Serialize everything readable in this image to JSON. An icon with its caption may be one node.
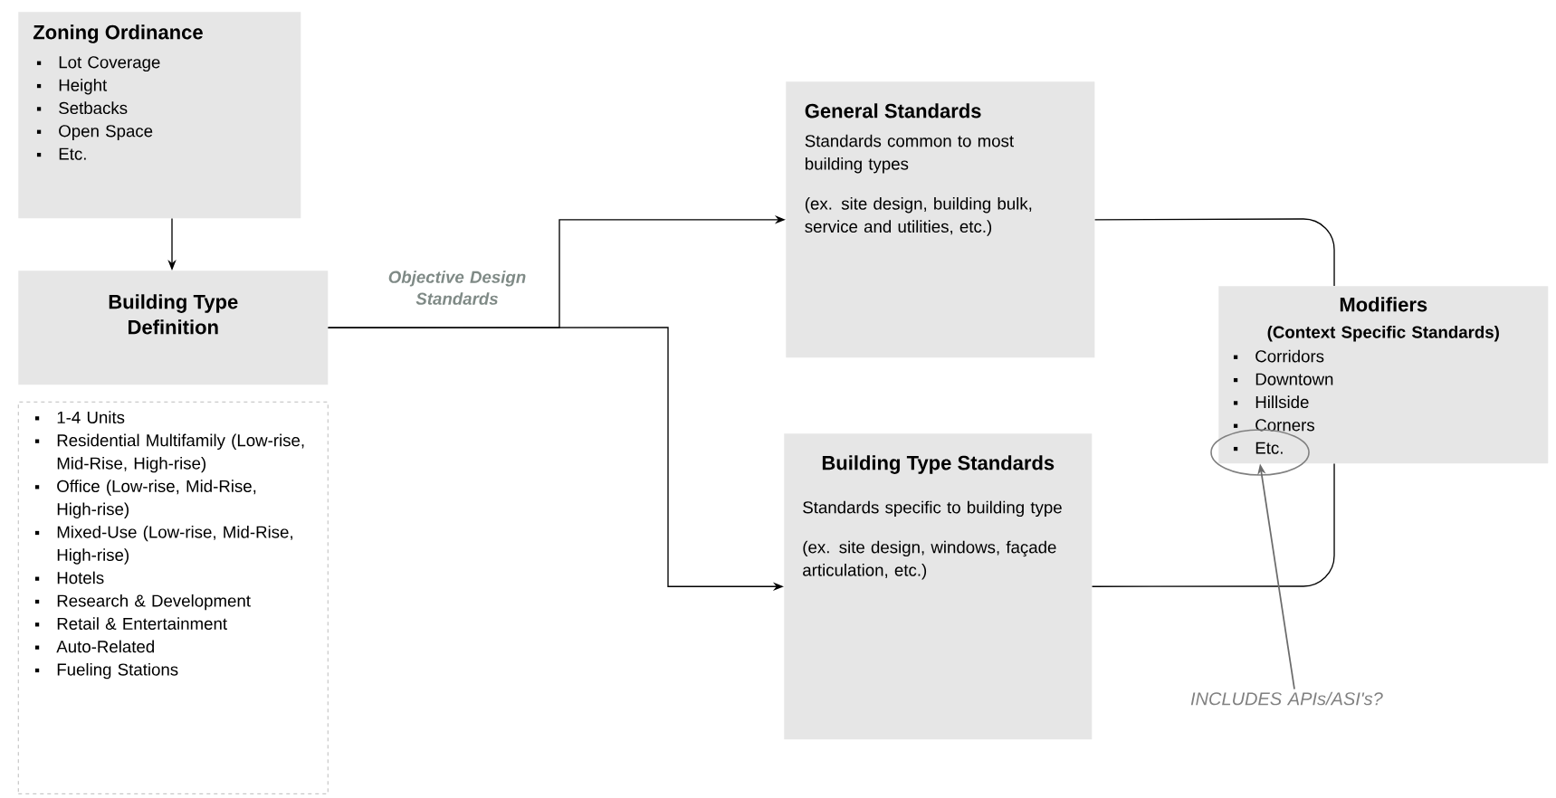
{
  "diagram": {
    "nodes": [
      {
        "text": [
          "Zoning Ordinance",
          "Lot Coverage",
          "Height",
          "Setbacks",
          "Open Space",
          "Etc."
        ]
      },
      {
        "text": [
          "Building Type Definition"
        ]
      },
      {
        "text": [
          "1-4 Units",
          "Residential Multifamily (Low-rise, Mid-Rise, High-rise)",
          "Office (Low-rise, Mid-Rise, High-rise)",
          "Mixed-Use (Low-rise, Mid-Rise, High-rise)",
          "Hotels",
          "Research & Development",
          "Retail & Entertainment",
          "Auto-Related",
          "Fueling Stations"
        ]
      },
      {
        "text": [
          "General Standards",
          "Standards common to most building types",
          "(ex. site design, building bulk, service and utilities, etc.)"
        ]
      },
      {
        "text": [
          "Building Type Standards",
          "Standards specific to building type",
          "(ex. site design, windows, façade articulation, etc.)"
        ]
      },
      {
        "text": [
          "Modifiers",
          "(Context Specific Standards)",
          "Corridors",
          "Downtown",
          "Hillside",
          "Corners",
          "Etc."
        ]
      },
      {
        "text": [
          "INCLUDES APIs/ASI's?"
        ]
      }
    ],
    "edges": [
      {
        "from": 0,
        "to": 1,
        "arrow": "to"
      },
      {
        "from": 1,
        "to": 3,
        "arrow": "to",
        "label": "Objective Design Standards"
      },
      {
        "from": 1,
        "to": 4,
        "arrow": "to"
      },
      {
        "from": 3,
        "to": 5,
        "arrow": "none"
      },
      {
        "from": 4,
        "to": 5,
        "arrow": "none"
      },
      {
        "from": 6,
        "to": 5,
        "arrow": "to",
        "color": "#6b6b6b"
      }
    ]
  }
}
